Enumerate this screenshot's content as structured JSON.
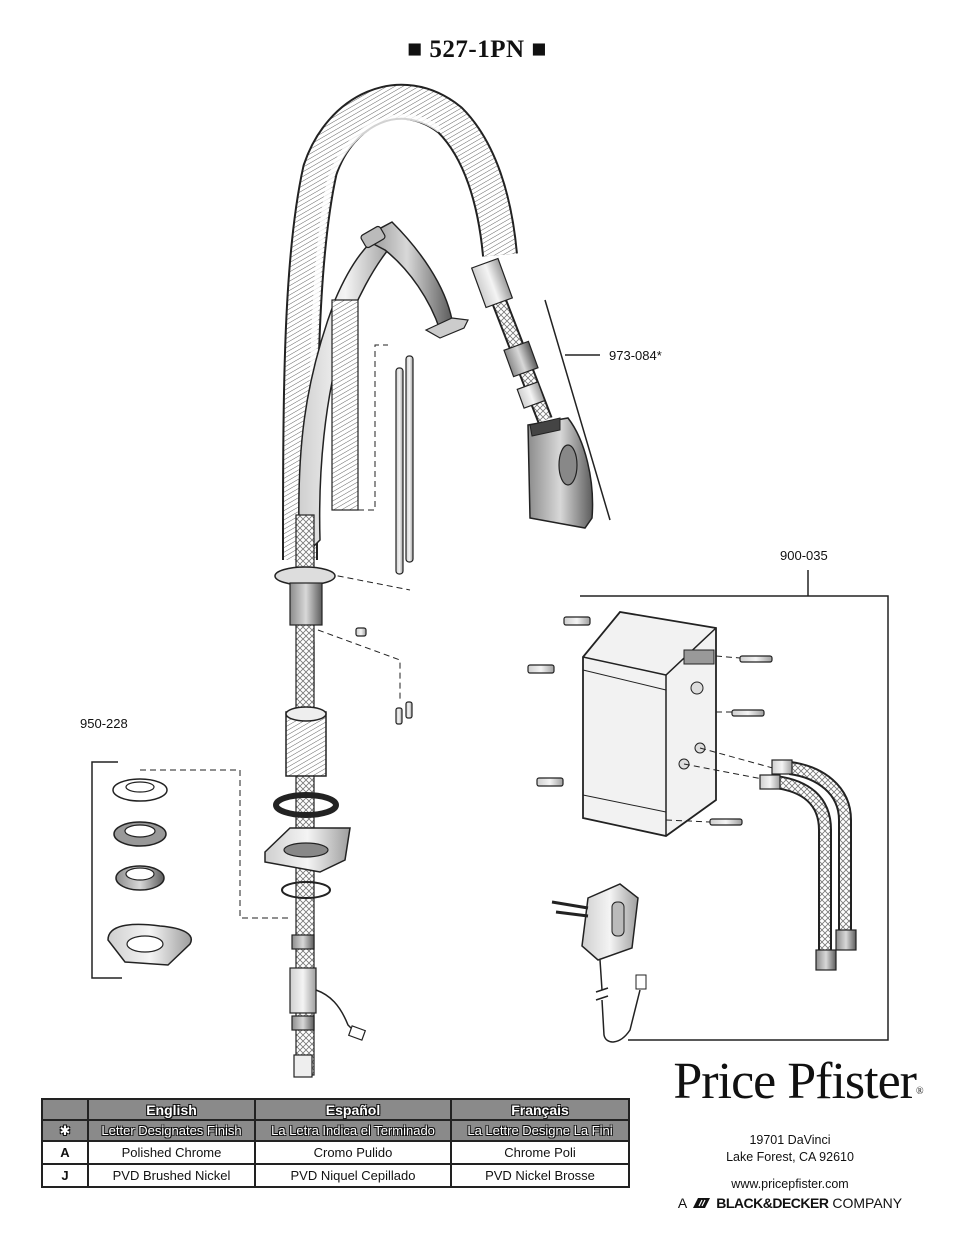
{
  "title": "■ 527-1PN ■",
  "callouts": {
    "hose_kit": "973-084*",
    "control_box": "900-035",
    "escutcheon_kit": "950-228"
  },
  "finish_table": {
    "headers": [
      "",
      "English",
      "Español",
      "Français"
    ],
    "note_row": {
      "code": "✱",
      "values": [
        "Letter Designates Finish",
        "La Letra Indica el Terminado",
        "La Lettre Designe La Fini"
      ]
    },
    "rows": [
      {
        "code": "A",
        "values": [
          "Polished Chrome",
          "Cromo Pulido",
          "Chrome Poli"
        ]
      },
      {
        "code": "J",
        "values": [
          "PVD Brushed Nickel",
          "PVD Niquel Cepillado",
          "PVD Nickel Brosse"
        ]
      }
    ]
  },
  "brand": {
    "logo_text": "Price Pfister",
    "logo_mark": "®",
    "address_line1": "19701 DaVinci",
    "address_line2": "Lake Forest, CA 92610",
    "website": "www.pricepfister.com",
    "company_prefix": "A",
    "company_brand": "BLACK&DECKER",
    "company_suffix": "COMPANY"
  },
  "icons": {
    "bd_logo": "black-decker-hexagon-icon"
  }
}
